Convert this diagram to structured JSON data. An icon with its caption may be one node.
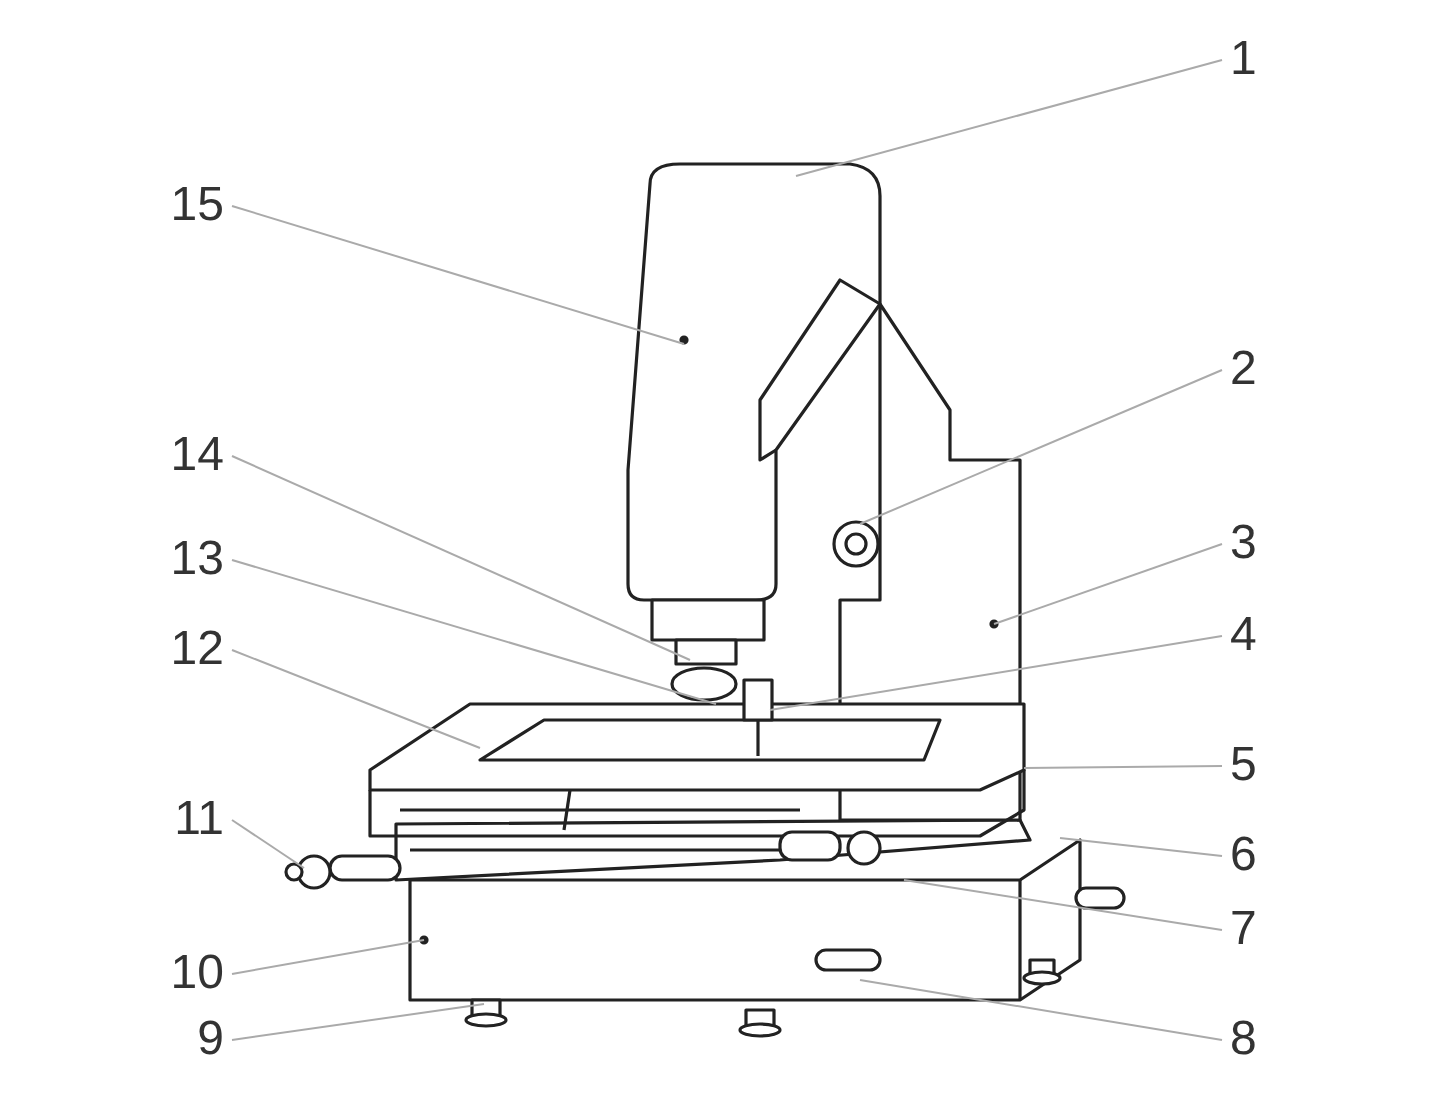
{
  "diagram": {
    "nodes": [
      {
        "text": [
          "1"
        ]
      },
      {
        "text": [
          "15"
        ]
      },
      {
        "text": [
          "2"
        ]
      },
      {
        "text": [
          "14"
        ]
      },
      {
        "text": [
          "3"
        ]
      },
      {
        "text": [
          "13"
        ]
      },
      {
        "text": [
          "12"
        ]
      },
      {
        "text": [
          "4"
        ]
      },
      {
        "text": [
          "5"
        ]
      },
      {
        "text": [
          "11"
        ]
      },
      {
        "text": [
          "6"
        ]
      },
      {
        "text": [
          "7"
        ]
      },
      {
        "text": [
          "10"
        ]
      },
      {
        "text": [
          "9"
        ]
      },
      {
        "text": [
          "8"
        ]
      }
    ],
    "edges": [
      {
        "from": 0,
        "to": null,
        "arrow": "none"
      },
      {
        "from": 1,
        "to": null,
        "arrow": "none"
      },
      {
        "from": 2,
        "to": null,
        "arrow": "none"
      },
      {
        "from": 3,
        "to": null,
        "arrow": "none"
      },
      {
        "from": 4,
        "to": null,
        "arrow": "none"
      },
      {
        "from": 5,
        "to": null,
        "arrow": "none"
      },
      {
        "from": 6,
        "to": null,
        "arrow": "none"
      },
      {
        "from": 7,
        "to": null,
        "arrow": "none"
      },
      {
        "from": 8,
        "to": null,
        "arrow": "none"
      },
      {
        "from": 9,
        "to": null,
        "arrow": "none"
      },
      {
        "from": 10,
        "to": null,
        "arrow": "none"
      },
      {
        "from": 11,
        "to": null,
        "arrow": "none"
      },
      {
        "from": 12,
        "to": null,
        "arrow": "none"
      },
      {
        "from": 13,
        "to": null,
        "arrow": "none"
      },
      {
        "from": 14,
        "to": null,
        "arrow": "none"
      }
    ]
  }
}
